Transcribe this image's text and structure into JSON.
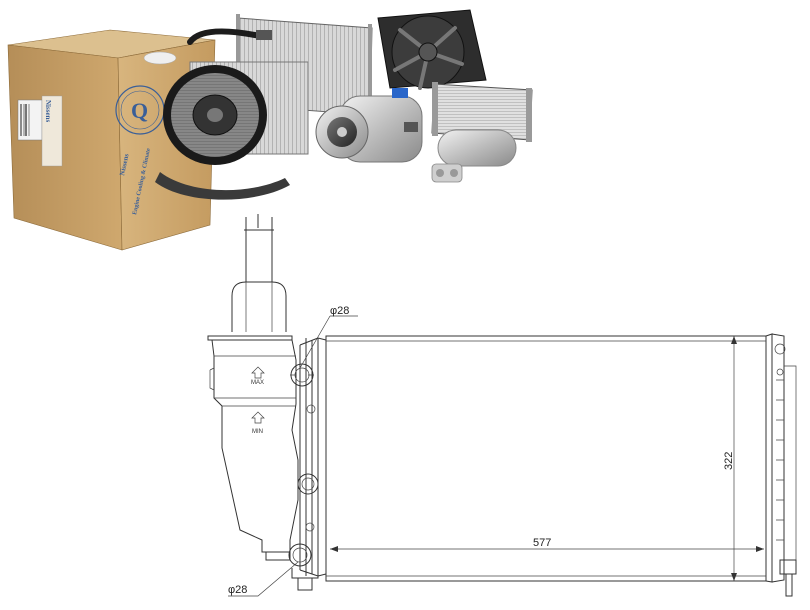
{
  "brand": {
    "box_logo": "Nissens",
    "box_logo_side": "Nissens",
    "box_slogan": "Engine Cooling & Climate"
  },
  "diagram": {
    "pipe_diameter_top": "φ28",
    "pipe_diameter_bottom": "φ28",
    "core_width": "577",
    "core_height": "322",
    "tank_max_label": "MAX",
    "tank_min_label": "MIN"
  },
  "colors": {
    "cardboard": "#c9a36a",
    "box_print": "#3a5f98",
    "line": "#333333"
  }
}
